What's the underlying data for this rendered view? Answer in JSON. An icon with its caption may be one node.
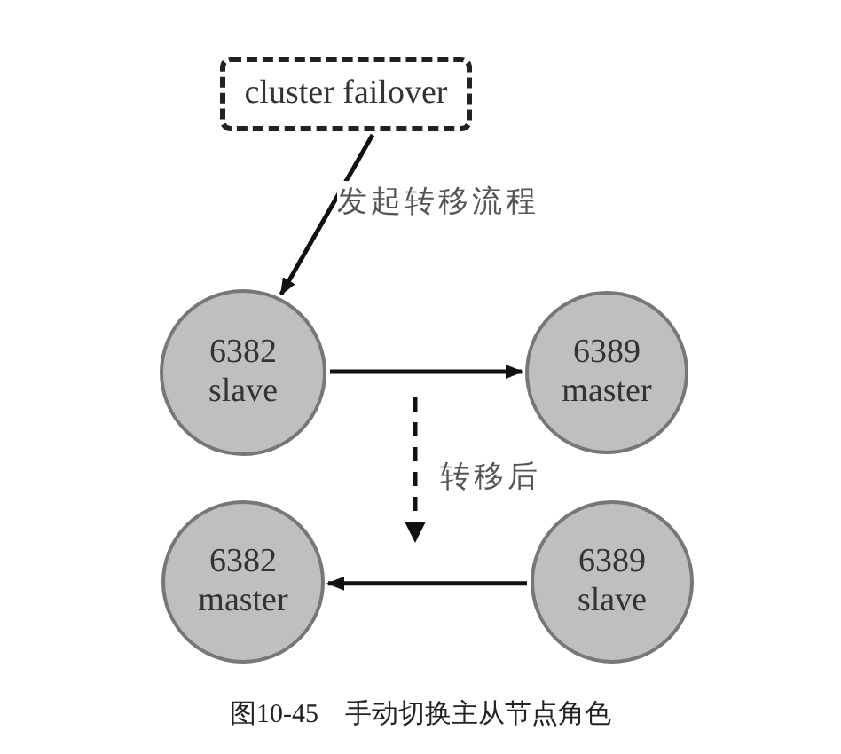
{
  "diagram": {
    "caption": "图10-45　手动切换主从节点角色",
    "nodes": [
      {
        "text": [
          "cluster failover"
        ]
      },
      {
        "text": [
          "6382",
          "slave"
        ]
      },
      {
        "text": [
          "6389",
          "master"
        ]
      },
      {
        "text": [
          "6382",
          "master"
        ]
      },
      {
        "text": [
          "6389",
          "slave"
        ]
      }
    ],
    "edges": [
      {
        "from": 0,
        "to": 1,
        "arrow": "to",
        "label": "发起转移流程"
      },
      {
        "from": 1,
        "to": 2,
        "arrow": "to"
      },
      {
        "from": 4,
        "to": 3,
        "arrow": "to"
      }
    ],
    "labels": [
      "转移后"
    ]
  }
}
